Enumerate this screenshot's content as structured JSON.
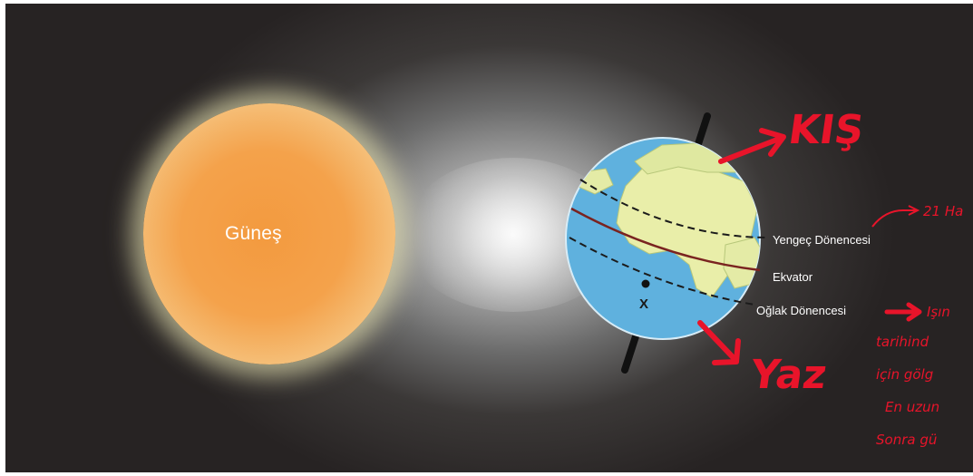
{
  "figure": {
    "sun_label": "Güneş",
    "globe_labels": {
      "tropic_of_cancer": "Yengeç Dönencesi",
      "equator": "Ekvator",
      "tropic_of_capricorn": "Oğlak Dönencesi",
      "point": "X"
    }
  },
  "annotations": {
    "winter": "KIŞ",
    "summer": "Yaz",
    "date_note": "21 Ha",
    "notes": [
      "Işın",
      "tarihind",
      "için gölg",
      "En uzun",
      "Sonra gü"
    ],
    "ink_color": "#e8142a"
  }
}
